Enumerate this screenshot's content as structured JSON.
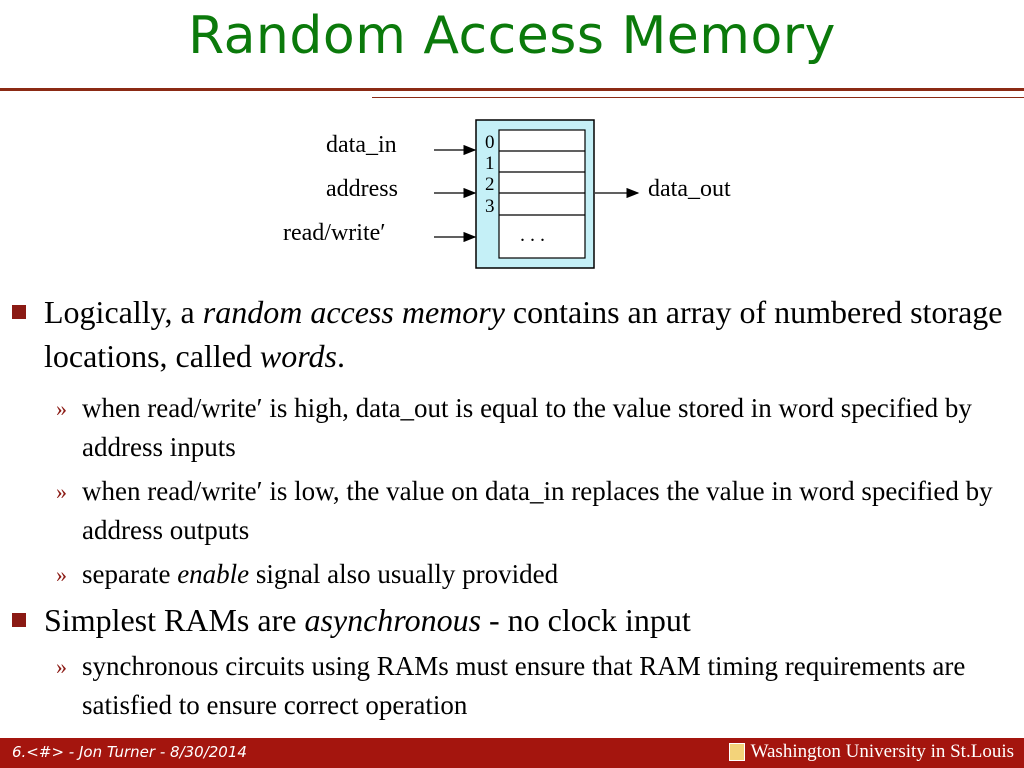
{
  "slide": {
    "title": "Random Access Memory"
  },
  "diagram": {
    "inputs": {
      "data_in": "data_in",
      "address": "address",
      "read_write": "read/write′"
    },
    "output": "data_out",
    "addresses": [
      "0",
      "1",
      "2",
      "3"
    ],
    "ellipsis": ". . .",
    "colors": {
      "fill": "#c5f0f7",
      "stroke": "#000000"
    }
  },
  "bullets": {
    "b1": {
      "pre": "Logically, a ",
      "em": "random access memory",
      "post": " contains an array of numbered storage locations, called ",
      "em2": "words",
      "end": "."
    },
    "s1": {
      "text": "when read/write′ is high, data_out is equal to the value stored in word specified by address inputs"
    },
    "s2": {
      "text": "when read/write′ is low, the value on data_in replaces the value in word specified by address outputs"
    },
    "s3": {
      "pre": "separate ",
      "em": "enable",
      "post": " signal also usually provided"
    },
    "b2": {
      "pre": "Simplest RAMs are ",
      "em": "asynchronous",
      "post": " - no clock input"
    },
    "s4": {
      "text": "synchronous circuits using RAMs must ensure that RAM timing requirements are satisfied to ensure correct operation"
    },
    "sub_marker": "»"
  },
  "footer": {
    "left": "6.<#> - Jon Turner - 8/30/2014",
    "logo": "Washington University in St.Louis"
  },
  "colors": {
    "title": "#0b7a0b",
    "accent": "#8b1a14",
    "footer_bg": "#a4150e"
  }
}
